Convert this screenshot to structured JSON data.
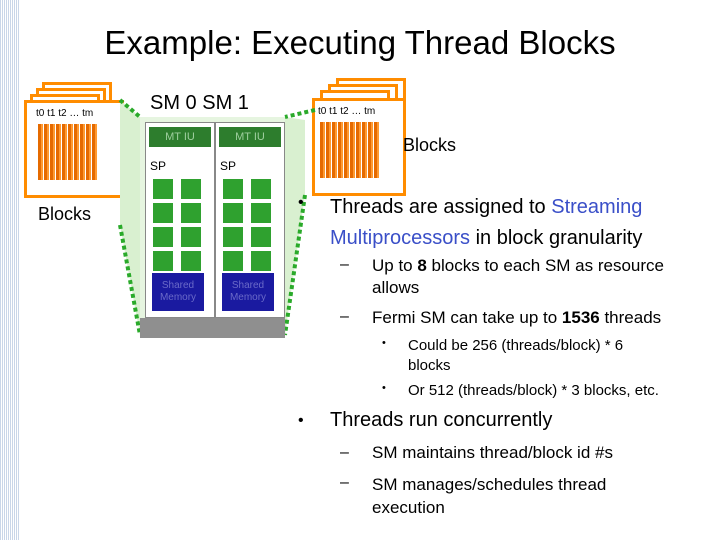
{
  "slide": {
    "title": "Example: Executing Thread Blocks",
    "sm_header": "SM 0  SM 1",
    "left_blocks_label": "Blocks",
    "right_blocks_label": "Blocks",
    "thread_label": "t0 t1 t2 … tm",
    "sm": {
      "unit_label": "MT IU",
      "sp_label": "SP",
      "shared_memory_label": "Shared Memory"
    },
    "bullets": [
      {
        "text": "Threads are assigned to Streaming Multiprocessors in block granularity",
        "highlight": "Streaming Multiprocessors",
        "sub": [
          {
            "pre": "Up to ",
            "bold": "8",
            "post": " blocks to each SM as resource allows"
          },
          {
            "pre": "Fermi SM can take up to ",
            "bold": "1536",
            "post": " threads"
          }
        ],
        "subsub": [
          "Could be 256 (threads/block) * 6 blocks",
          "Or 512 (threads/block) * 3 blocks, etc."
        ]
      },
      {
        "text": "Threads run concurrently",
        "sub": [
          "SM maintains thread/block id #s",
          "SM manages/schedules thread execution"
        ]
      }
    ]
  },
  "colors": {
    "accent_orange": "#ff8c00",
    "highlight_blue": "#3a4fc8",
    "sp_green": "#2fa12f",
    "connector_green": "#2aaa2a"
  }
}
